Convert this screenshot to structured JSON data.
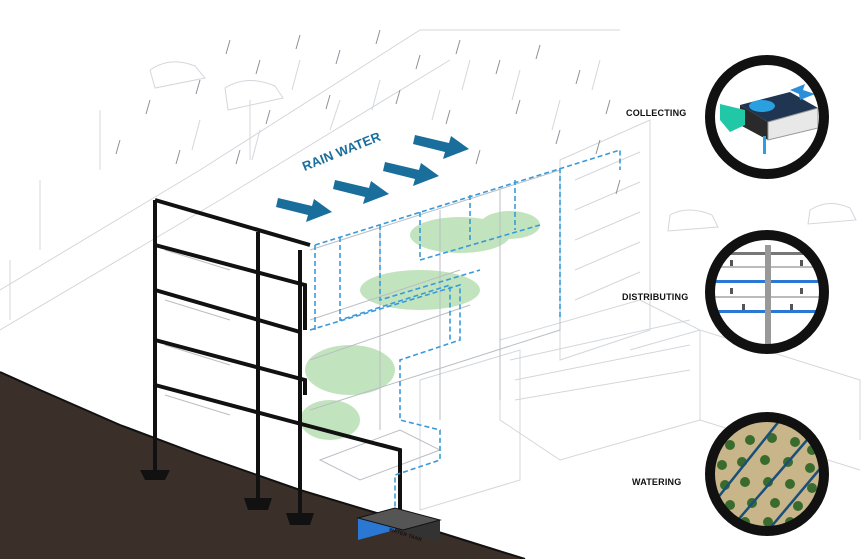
{
  "diagram": {
    "title_arrow_text": "RAIN WATER",
    "tank_label": "WATER TANK",
    "stages": [
      {
        "label": "COLLECTING",
        "icon": "roof-collector-icon"
      },
      {
        "label": "DISTRIBUTING",
        "icon": "pipe-network-icon"
      },
      {
        "label": "WATERING",
        "icon": "drip-irrigation-icon"
      }
    ]
  },
  "colors": {
    "structure": "#111111",
    "ground": "#3b2f2a",
    "water_pipe": "#3a9ad9",
    "arrow": "#1a6e9b",
    "tank": "#2a78d4",
    "greenery": "#9fd39a",
    "sketch": "#c9ced3"
  }
}
